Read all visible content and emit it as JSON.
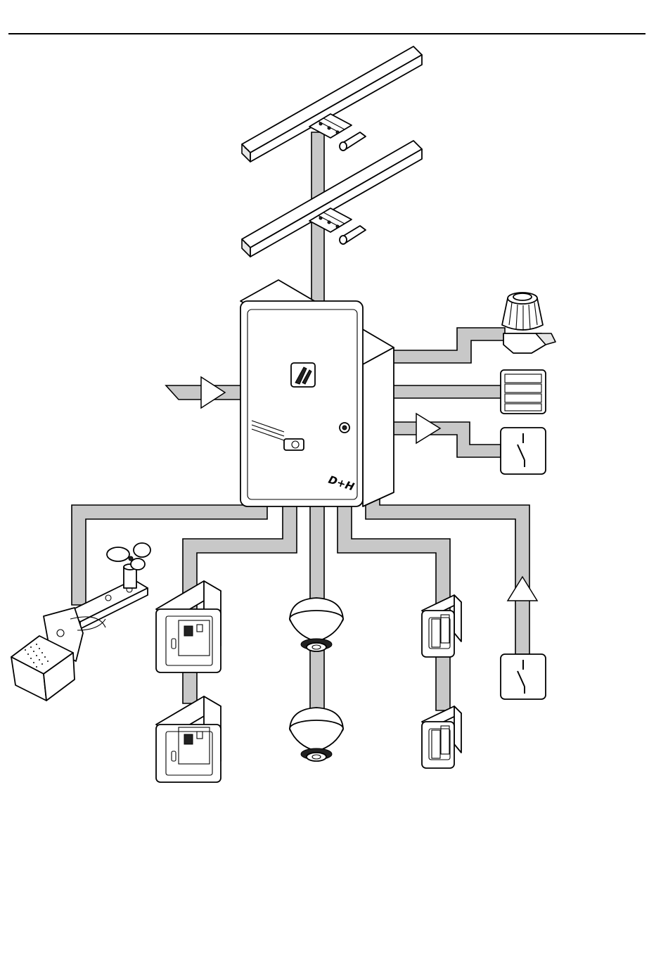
{
  "colors": {
    "cable_fill": "#c8c8c8",
    "outline": "#000000",
    "background": "#ffffff"
  },
  "control_unit": {
    "brand_label": "D+H"
  },
  "components": [
    "linear-actuator",
    "linear-actuator",
    "control-panel-cabinet",
    "warning-beacon",
    "terminal-strip",
    "potential-free-contact-output",
    "wind-rain-sensor",
    "smoke-vent-button",
    "smoke-vent-button",
    "smoke-detector",
    "smoke-detector",
    "vent-switch",
    "vent-switch",
    "potential-free-contact-input"
  ],
  "icons": {
    "input_arrow": "arrow-right-icon",
    "output_arrow": "arrow-right-icon",
    "contact_input_arrow": "arrow-up-icon",
    "contact_symbol": "switch-contact-icon"
  }
}
